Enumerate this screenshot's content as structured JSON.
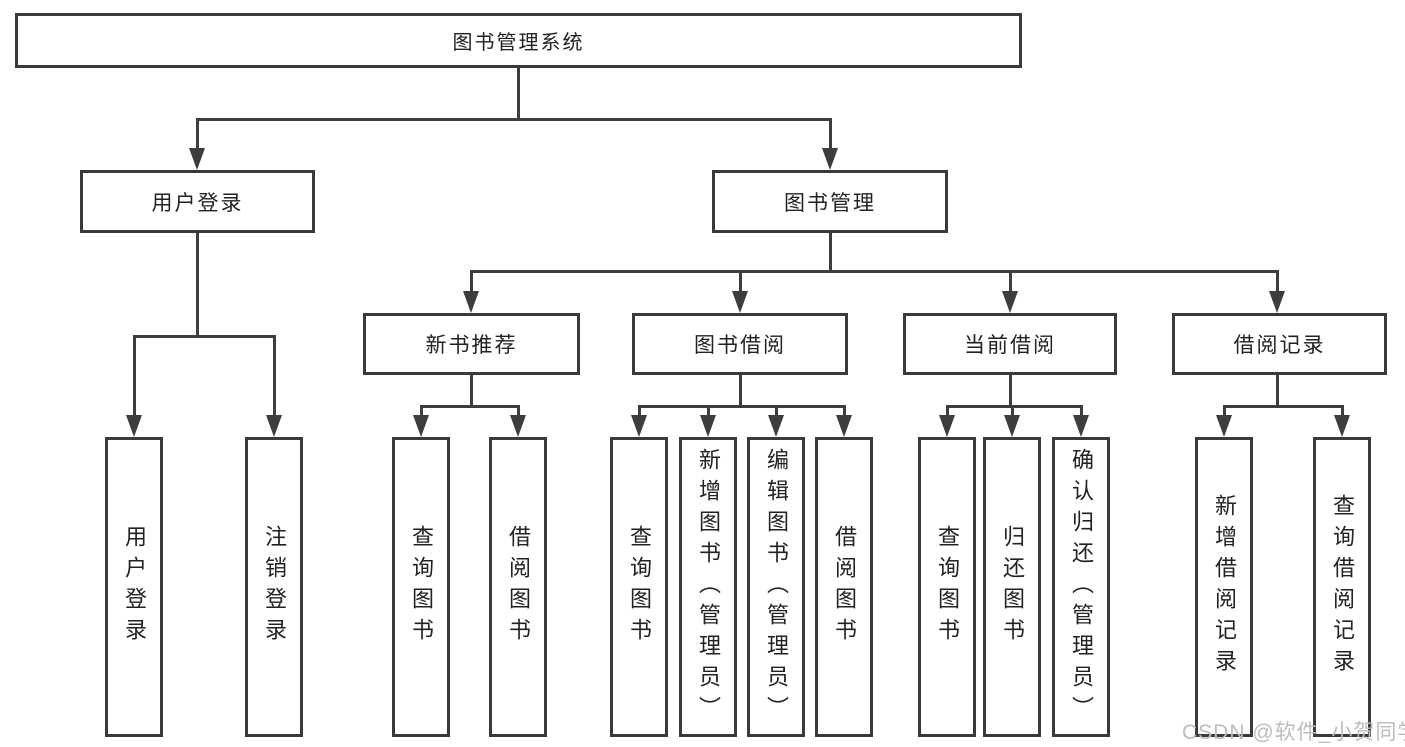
{
  "diagram": {
    "root": "图书管理系统",
    "level2": {
      "user_login": "用户登录",
      "book_mgmt": "图书管理"
    },
    "level3": {
      "new_books": "新书推荐",
      "book_borrow": "图书借阅",
      "current_borrow": "当前借阅",
      "borrow_records": "借阅记录"
    },
    "leaves": {
      "login": [
        "用户登录",
        "注销登录"
      ],
      "new_books": [
        "查询图书",
        "借阅图书"
      ],
      "book_borrow": [
        "查询图书",
        "新增图书（管理员）",
        "编辑图书（管理员）",
        "借阅图书"
      ],
      "current_borrow": [
        "查询图书",
        "归还图书",
        "确认归还（管理员）"
      ],
      "borrow_records": [
        "新增借阅记录",
        "查询借阅记录"
      ]
    }
  },
  "watermark": "CSDN @软件_小贺同学",
  "colors": {
    "line": "#3d3d3d",
    "border": "#3a3a3a",
    "text": "#222222",
    "watermark": "#bdbdbd",
    "background": "#ffffff"
  }
}
